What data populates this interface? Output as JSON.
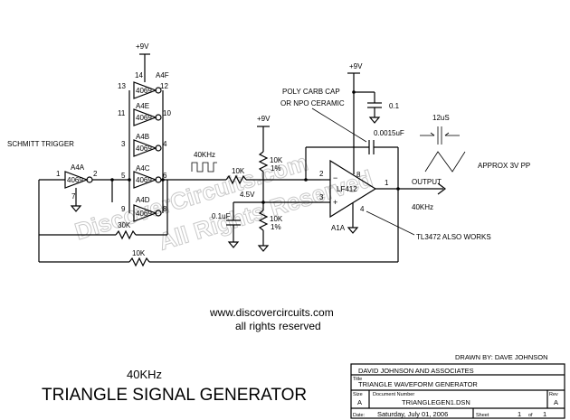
{
  "supply": "+9V",
  "watermark": {
    "line1": "DiscoverCircuits.com",
    "line2": "All Rights Reserved"
  },
  "labels": {
    "schmitt_trigger": "SCHMITT TRIGGER",
    "a4a": "A4A",
    "a4b": "A4B",
    "a4c": "A4C",
    "a4d": "A4D",
    "a4e": "A4E",
    "a4f": "A4F",
    "chip": "4069",
    "freq_small": "40KHz",
    "freq_out": "40KHz",
    "r10k": "10K",
    "r10k_1pct": "1%",
    "r30k": "30K",
    "v45": "4.5V",
    "c01uf": "0.1uF",
    "c01": "0.1",
    "c00015": "0.0015uF",
    "cap_note1": "POLY CARB CAP",
    "cap_note2": "OR NPO CERAMIC",
    "opamp": "LF412",
    "opamp_ref": "A1A",
    "period": "12uS",
    "amplitude": "APPROX 3V PP",
    "output": "OUTPUT",
    "tl_note": "TL3472 ALSO WORKS",
    "minus": "−",
    "plus": "+"
  },
  "pins": {
    "p1": "1",
    "p2": "2",
    "p3": "3",
    "p4": "4",
    "p5": "5",
    "p6": "6",
    "p7": "7",
    "p8": "8",
    "p9": "9",
    "p10": "10",
    "p11": "11",
    "p12": "12",
    "p13": "13",
    "p14": "14"
  },
  "website": {
    "url": "www.discovercircuits.com",
    "rights": "all rights reserved"
  },
  "title": {
    "freq": "40KHz",
    "main": "TRIANGLE SIGNAL GENERATOR"
  },
  "title_block": {
    "drawn_by": "DRAWN BY: DAVE JOHNSON",
    "company": "DAVID JOHNSON AND ASSOCIATES",
    "title_lbl": "Title",
    "title": "TRIANGLE WAVEFORM GENERATOR",
    "size_lbl": "Size",
    "size": "A",
    "docnum_lbl": "Document Number",
    "docnum": "TRIANGLEGEN1.DSN",
    "rev_lbl": "Rev",
    "rev": "A",
    "date_lbl": "Date:",
    "date": "Saturday, July 01, 2006",
    "sheet_lbl": "Sheet",
    "sheet": "1",
    "of_lbl": "of",
    "of": "1"
  }
}
